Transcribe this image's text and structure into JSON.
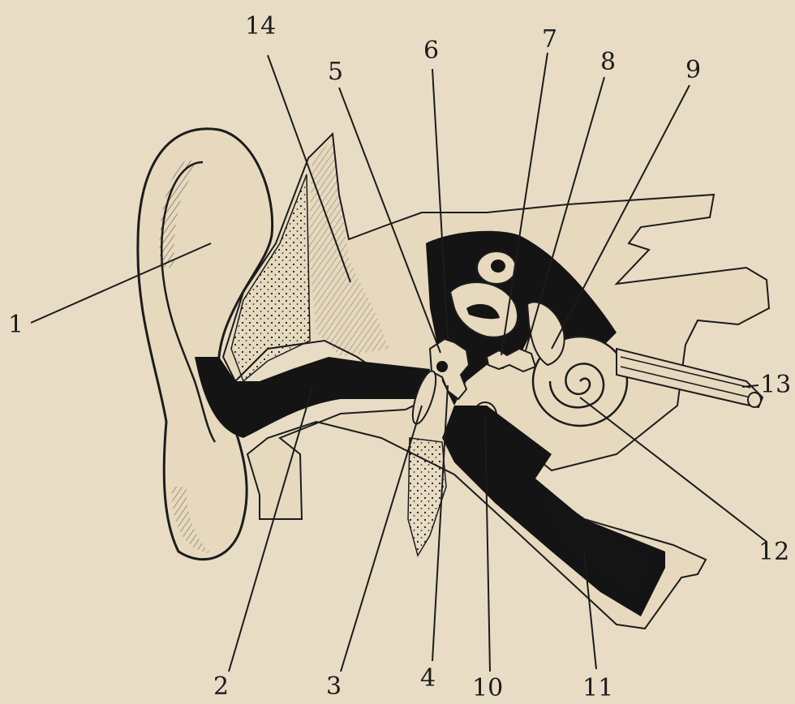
{
  "colors": {
    "paper": "#e8dcc4",
    "ink": "#1c1c1c",
    "fill_light": "#e6d9be",
    "fill_dark": "#141414"
  },
  "labels": [
    "1",
    "2",
    "3",
    "4",
    "5",
    "6",
    "7",
    "8",
    "9",
    "10",
    "11",
    "12",
    "13",
    "14"
  ]
}
